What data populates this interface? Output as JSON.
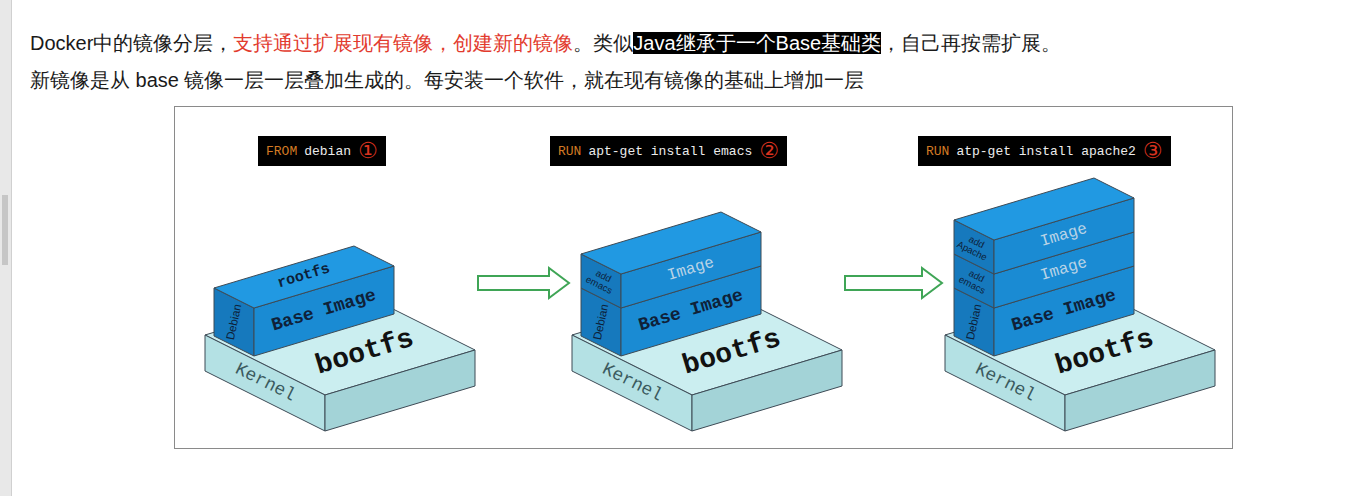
{
  "diagram": {
    "nodes": [
      {
        "text": [
          "FROM",
          "debian",
          "①"
        ]
      },
      {
        "text": [
          "rootfs",
          "Debian",
          "Base Image"
        ],
        "in": 0
      },
      {
        "text": [
          "bootfs",
          "Kernel"
        ],
        "in": 0
      },
      {
        "text": [
          "RUN",
          "apt-get install emacs",
          "②"
        ]
      },
      {
        "text": [
          "add emacs",
          "Image"
        ],
        "in": 3
      },
      {
        "text": [
          "Debian",
          "Base Image"
        ],
        "in": 3
      },
      {
        "text": [
          "bootfs",
          "Kernel"
        ],
        "in": 3
      },
      {
        "text": [
          "RUN",
          "atp-get install apache2",
          "③"
        ]
      },
      {
        "text": [
          "add Apache",
          "Image"
        ],
        "in": 7
      },
      {
        "text": [
          "add emacs",
          "Image"
        ],
        "in": 7
      },
      {
        "text": [
          "Debian",
          "Base Image"
        ],
        "in": 7
      },
      {
        "text": [
          "bootfs",
          "Kernel"
        ],
        "in": 7
      }
    ],
    "edges": [
      {
        "from": 0,
        "to": 3,
        "arrow": "to"
      },
      {
        "from": 3,
        "to": 7,
        "arrow": "to"
      }
    ],
    "labels": [
      "Docker中的镜像分层，",
      "支持通过扩展现有镜像，创建新的镜像",
      "。类似",
      "Java继承于一个Base基础类",
      "，自己再按需扩展。",
      "新镜像是从 base 镜像一层一层叠加生成的。每安装一个软件，就在现有镜像的基础上增加一层"
    ]
  }
}
